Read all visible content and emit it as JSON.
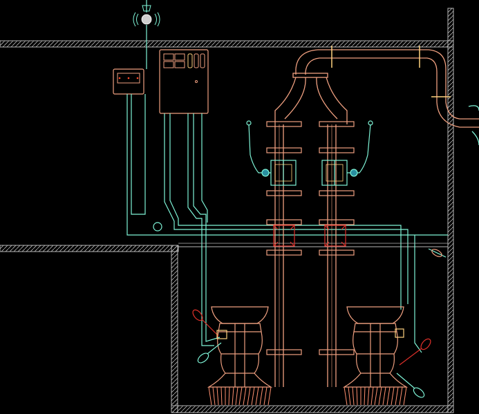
{
  "colors": {
    "background": "#000000",
    "wall": "#b8b8b8",
    "pipe": "#f0a080",
    "cable": "#7ff5d8",
    "accent": "#ffd27f",
    "indicator": "#ff4a2a",
    "float_red": "#e0302a"
  },
  "labels": {
    "panel_display": "",
    "lower_drain_hint": ""
  },
  "components": {
    "control_cabinet": "pump-control-cabinet",
    "junction_box": "junction-box",
    "alarm_beacon": "alarm-beacon",
    "left_pump": "submersible-pump-left",
    "right_pump": "submersible-pump-right",
    "check_valve_left": "check-valve-left",
    "check_valve_right": "check-valve-right",
    "gate_valve_left": "gate-valve-left",
    "gate_valve_right": "gate-valve-right"
  }
}
